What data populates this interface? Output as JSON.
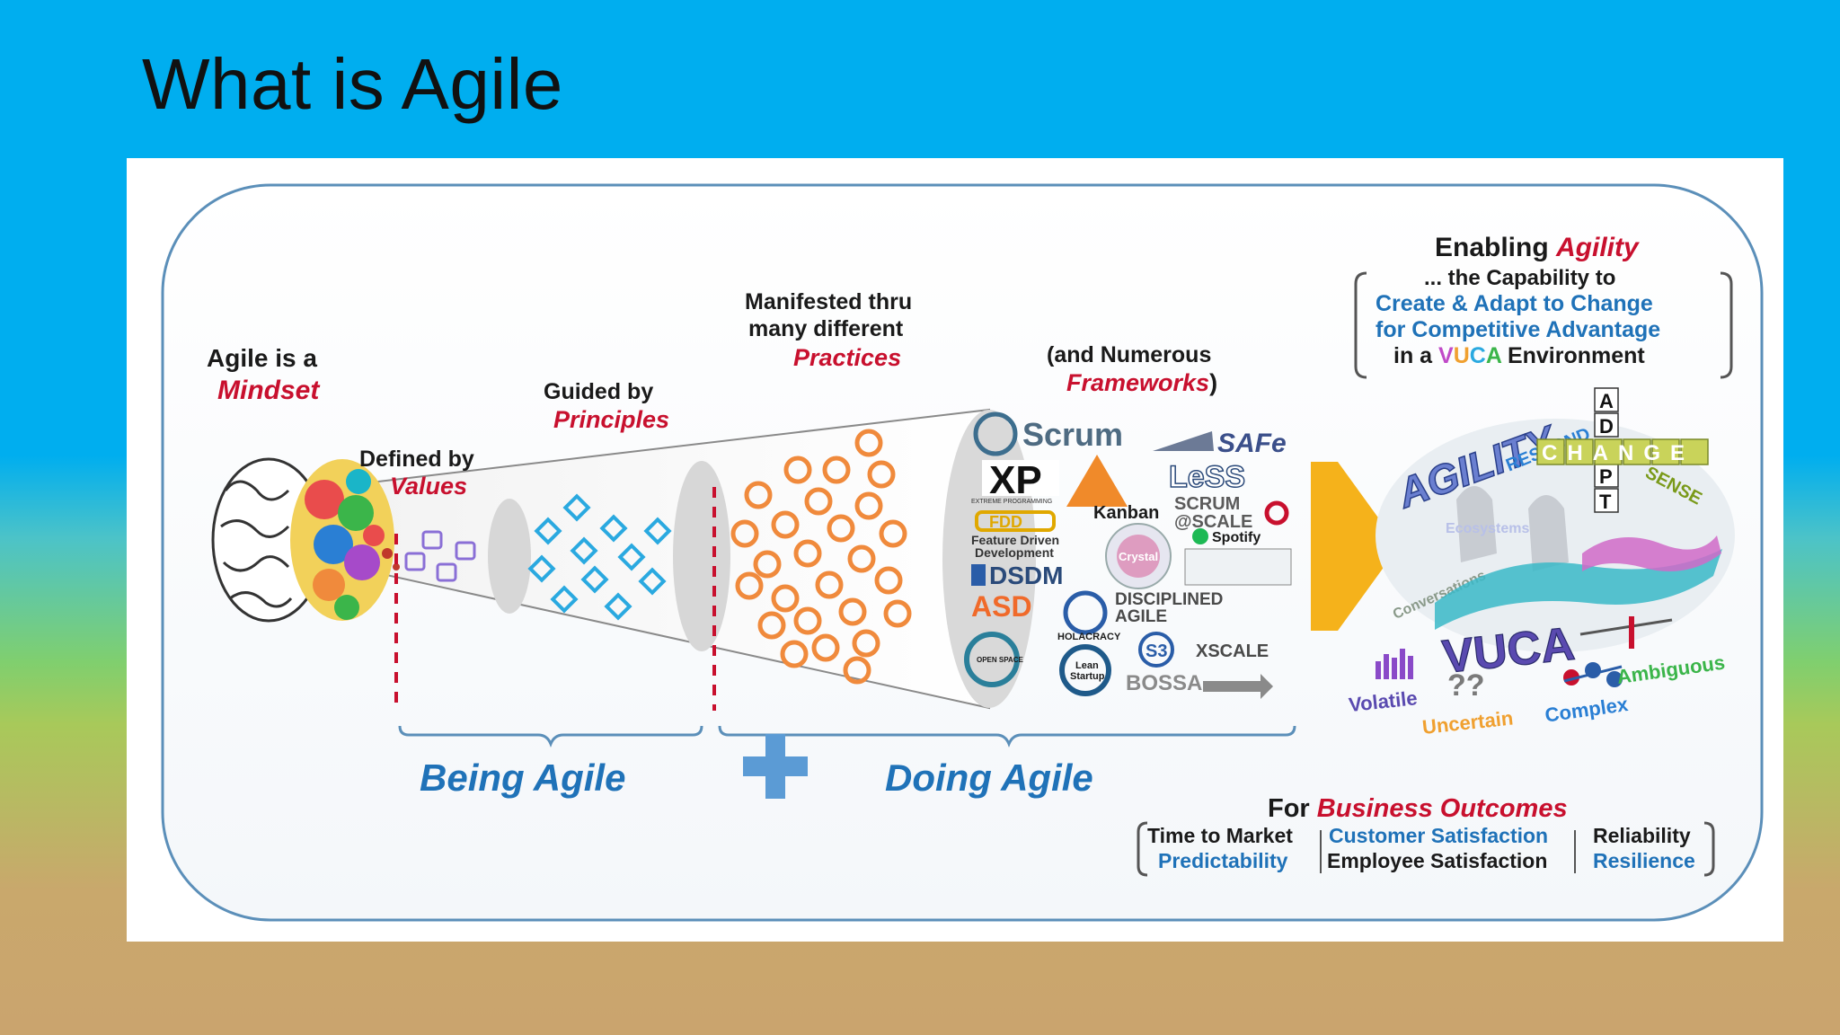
{
  "slide": {
    "title": "What is Agile"
  },
  "diagram": {
    "mindset": {
      "line1": "Agile is a",
      "line2": "Mindset"
    },
    "values": {
      "line1": "Defined by",
      "line2": "Values"
    },
    "principles": {
      "line1": "Guided by",
      "line2": "Principles"
    },
    "practices": {
      "line1": "Manifested thru",
      "line2": "many different",
      "line3": "Practices"
    },
    "frameworks": {
      "line1": "(and Numerous",
      "line2": "Frameworks",
      "close": ")"
    },
    "frameworks_list": [
      "Scrum",
      "SAFe",
      "XP",
      "LeSS",
      "FDD",
      "Kanban",
      "SCRUM",
      "@SCALE",
      "Feature Driven",
      "Development",
      "Spotify",
      "DSDM",
      "Crystal",
      "ASD",
      "DISCIPLINED",
      "AGILE",
      "HOLACRACY",
      "S3",
      "XSCALE",
      "Lean",
      "Startup",
      "BOSSA",
      "OPEN SPACE",
      "EXTREME PROGRAMMING"
    ],
    "being_agile": "Being Agile",
    "doing_agile": "Doing Agile",
    "enabling": {
      "title1": "Enabling",
      "title2": "Agility",
      "line1": "... the Capability to",
      "line2": "Create & Adapt to Change",
      "line3": "for Competitive Advantage",
      "line4_pre": "in a",
      "line4_v": "V",
      "line4_u": "U",
      "line4_c": "C",
      "line4_a": "A",
      "line4_post": "Environment"
    },
    "agility_words": {
      "agility": "AGILITY",
      "respond": "RESPOND",
      "change": "CHANGE",
      "adapt": [
        "A",
        "D",
        "A",
        "P",
        "T"
      ],
      "sense": "SENSE",
      "ecosystems": "Ecosystems",
      "conversations": "Conversations"
    },
    "vuca": {
      "word": "VUCA",
      "volatile": "Volatile",
      "uncertain": "Uncertain",
      "complex": "Complex",
      "ambiguous": "Ambiguous"
    },
    "outcomes": {
      "pre": "For",
      "title": "Business Outcomes",
      "col1": [
        "Time to Market",
        "Predictability"
      ],
      "col2": [
        "Customer Satisfaction",
        "Employee Satisfaction"
      ],
      "col3": [
        "Reliability",
        "Resilience"
      ]
    },
    "colors": {
      "red": "#c8102e",
      "blue": "#1f72b8",
      "dark": "#1a1a1a",
      "arrow": "#f5b21b",
      "purple": "#8a6fd6",
      "cyan": "#2aa9e0",
      "orange": "#f08a3c"
    }
  }
}
